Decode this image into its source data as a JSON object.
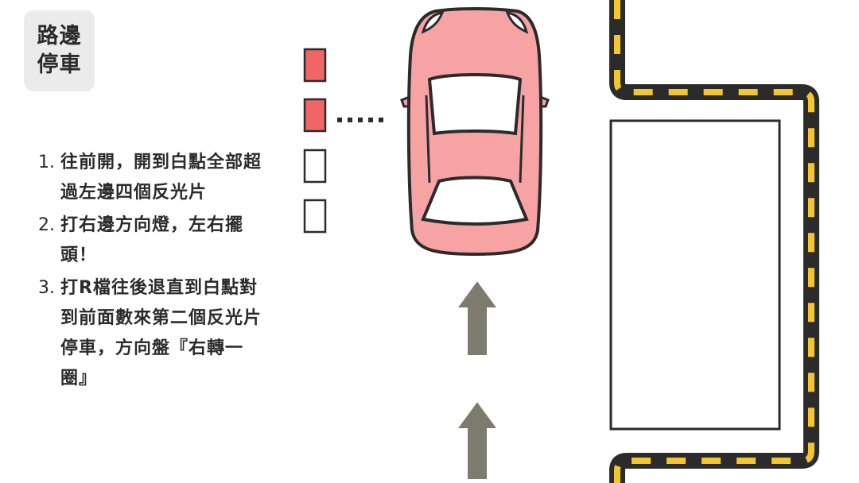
{
  "title": {
    "line1": "路邊",
    "line2": "停車"
  },
  "steps": [
    {
      "num": "1.",
      "text": "往前開，開到白點全部超過左邊四個反光片"
    },
    {
      "num": "2.",
      "text": "打右邊方向燈，左右擺頭！"
    },
    {
      "num": "3.",
      "text": "打R檔往後退直到白點對到前面數來第二個反光片停車，方向盤『右轉一圈』"
    }
  ],
  "reflectors": [
    {
      "state": "lit",
      "color": "#f06566"
    },
    {
      "state": "lit",
      "color": "#f06566"
    },
    {
      "state": "unlit",
      "color": "#ffffff"
    },
    {
      "state": "unlit",
      "color": "#ffffff"
    }
  ],
  "colors": {
    "car_body": "#f7a3a4",
    "outline": "#2b2b2b",
    "curb_dash": "#f5c431",
    "arrow": "#7d7b6e",
    "reflector_lit": "#f06566"
  },
  "icons": {
    "car": "car-top-view-icon",
    "arrow": "up-arrow-icon"
  }
}
